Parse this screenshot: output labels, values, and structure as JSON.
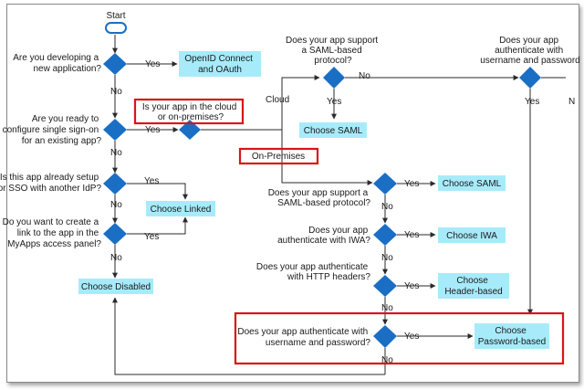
{
  "start": "Start",
  "q_new_app": [
    "Are you developing a",
    "new application?"
  ],
  "q_sso_existing": [
    "Are you ready to",
    "configure single sign-on",
    "for an existing app?"
  ],
  "q_other_idp": [
    "Is this app already setup",
    "for SSO with another IdP?"
  ],
  "q_myapps": [
    "Do you want to create a",
    "link to the app in the",
    "MyApps access panel?"
  ],
  "q_cloud": [
    "Is your app in the cloud",
    "or on-premises?"
  ],
  "q_saml_cloud": [
    "Does your app support",
    "a SAML-based",
    "protocol?"
  ],
  "q_pw_cloud": [
    "Does your app",
    "authenticate with",
    "username and password"
  ],
  "q_saml_onprem": [
    "Does your app support a",
    "SAML-based protocol?"
  ],
  "q_iwa": [
    "Does your app",
    "authenticate with IWA?"
  ],
  "q_header": [
    "Does your app authenticate",
    "with HTTP headers?"
  ],
  "q_pw_onprem": [
    "Does your app authenticate with",
    "username and password?"
  ],
  "opt_openid": [
    "OpenID Connect",
    "and OAuth"
  ],
  "opt_saml_cloud": "Choose SAML",
  "opt_linked": "Choose Linked",
  "opt_disabled": "Choose Disabled",
  "opt_saml_onprem": "Choose SAML",
  "opt_iwa": "Choose IWA",
  "opt_header": [
    "Choose",
    "Header-based"
  ],
  "opt_password": [
    "Choose",
    "Password-based"
  ],
  "label_cloud": "Cloud",
  "label_onprem": "On-Premises",
  "yes": "Yes",
  "no": "No",
  "no_cut": "N",
  "colors": {
    "decision": "#1a6fc4",
    "option": "#a7ebfa",
    "highlight": "#d8141a"
  }
}
